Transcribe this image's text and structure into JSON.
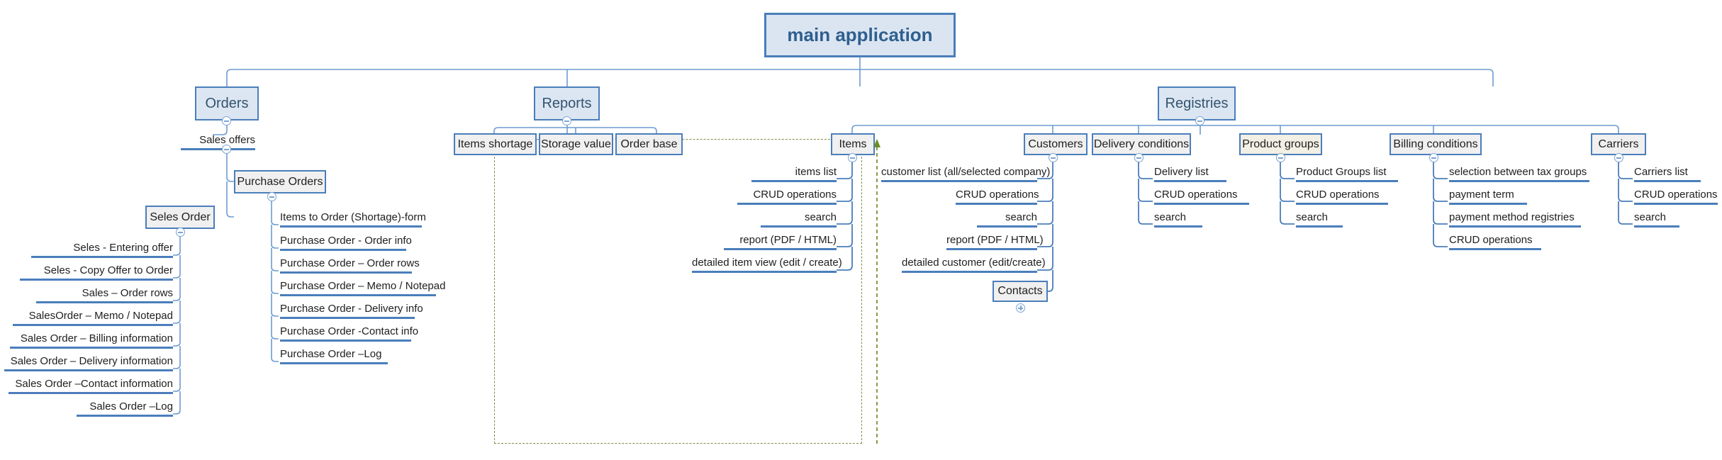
{
  "diagram": {
    "title": "main application",
    "type": "mind-map",
    "accent_color": "#4a7ebb",
    "root_fill": "#dbe5f1",
    "branch_fill": "#dce6f2",
    "node_fill": "#f0f0f0",
    "cream_fill": "#f2efe4",
    "dashed_link_color": "#8a8a4a"
  },
  "root": {
    "label": "main application"
  },
  "branches": {
    "orders": {
      "label": "Orders"
    },
    "reports": {
      "label": "Reports"
    },
    "registries": {
      "label": "Registries"
    }
  },
  "orders": {
    "sales_offers": {
      "label": "Sales offers"
    },
    "purchase_orders": {
      "label": "Purchase Orders"
    },
    "sales_order": {
      "label": "Seles Order"
    },
    "sales_order_items": [
      {
        "label": "Seles - Entering offer"
      },
      {
        "label": "Seles - Copy Offer to Order"
      },
      {
        "label": "Sales – Order rows"
      },
      {
        "label": "SalesOrder – Memo / Notepad"
      },
      {
        "label": "Sales Order – Billing information"
      },
      {
        "label": "Sales Order – Delivery information"
      },
      {
        "label": "Sales Order –Contact information"
      },
      {
        "label": "Sales Order –Log"
      }
    ],
    "purchase_order_items": [
      {
        "label": "Items to Order (Shortage)-form"
      },
      {
        "label": "Purchase Order - Order info"
      },
      {
        "label": "Purchase Order – Order rows"
      },
      {
        "label": "Purchase Order – Memo / Notepad"
      },
      {
        "label": "Purchase Order - Delivery info"
      },
      {
        "label": "Purchase Order -Contact info"
      },
      {
        "label": "Purchase Order –Log"
      }
    ]
  },
  "reports": {
    "items": [
      {
        "label": "Items shortage"
      },
      {
        "label": "Storage value"
      },
      {
        "label": "Order base"
      }
    ]
  },
  "registries": {
    "groups": [
      {
        "key": "items",
        "label": "Items",
        "fill": "plain",
        "align": "right",
        "items": [
          {
            "label": "items list"
          },
          {
            "label": "CRUD operations"
          },
          {
            "label": "search"
          },
          {
            "label": "report (PDF / HTML)"
          },
          {
            "label": "detailed item view (edit / create)"
          }
        ]
      },
      {
        "key": "customers",
        "label": "Customers",
        "fill": "plain",
        "align": "right",
        "items": [
          {
            "label": "customer list (all/selected company)"
          },
          {
            "label": "CRUD operations"
          },
          {
            "label": "search"
          },
          {
            "label": "report (PDF / HTML)"
          },
          {
            "label": "detailed customer (edit/create)"
          }
        ],
        "child_box": {
          "label": "Contacts",
          "expander": "plus"
        }
      },
      {
        "key": "delivery-conditions",
        "label": "Delivery conditions",
        "fill": "plain",
        "align": "left",
        "items": [
          {
            "label": "Delivery list"
          },
          {
            "label": "CRUD operations"
          },
          {
            "label": "search"
          }
        ]
      },
      {
        "key": "product-groups",
        "label": "Product groups",
        "fill": "cream",
        "align": "left",
        "items": [
          {
            "label": "Product Groups list"
          },
          {
            "label": "CRUD operations"
          },
          {
            "label": "search"
          }
        ]
      },
      {
        "key": "billing-conditions",
        "label": "Billing conditions",
        "fill": "plain",
        "align": "left",
        "items": [
          {
            "label": "selection between tax groups"
          },
          {
            "label": "payment term"
          },
          {
            "label": "payment method registries"
          },
          {
            "label": "CRUD operations"
          }
        ]
      },
      {
        "key": "carriers",
        "label": "Carriers",
        "fill": "plain",
        "align": "left",
        "items": [
          {
            "label": "Carriers list"
          },
          {
            "label": "CRUD operations"
          },
          {
            "label": "search"
          }
        ]
      }
    ]
  }
}
